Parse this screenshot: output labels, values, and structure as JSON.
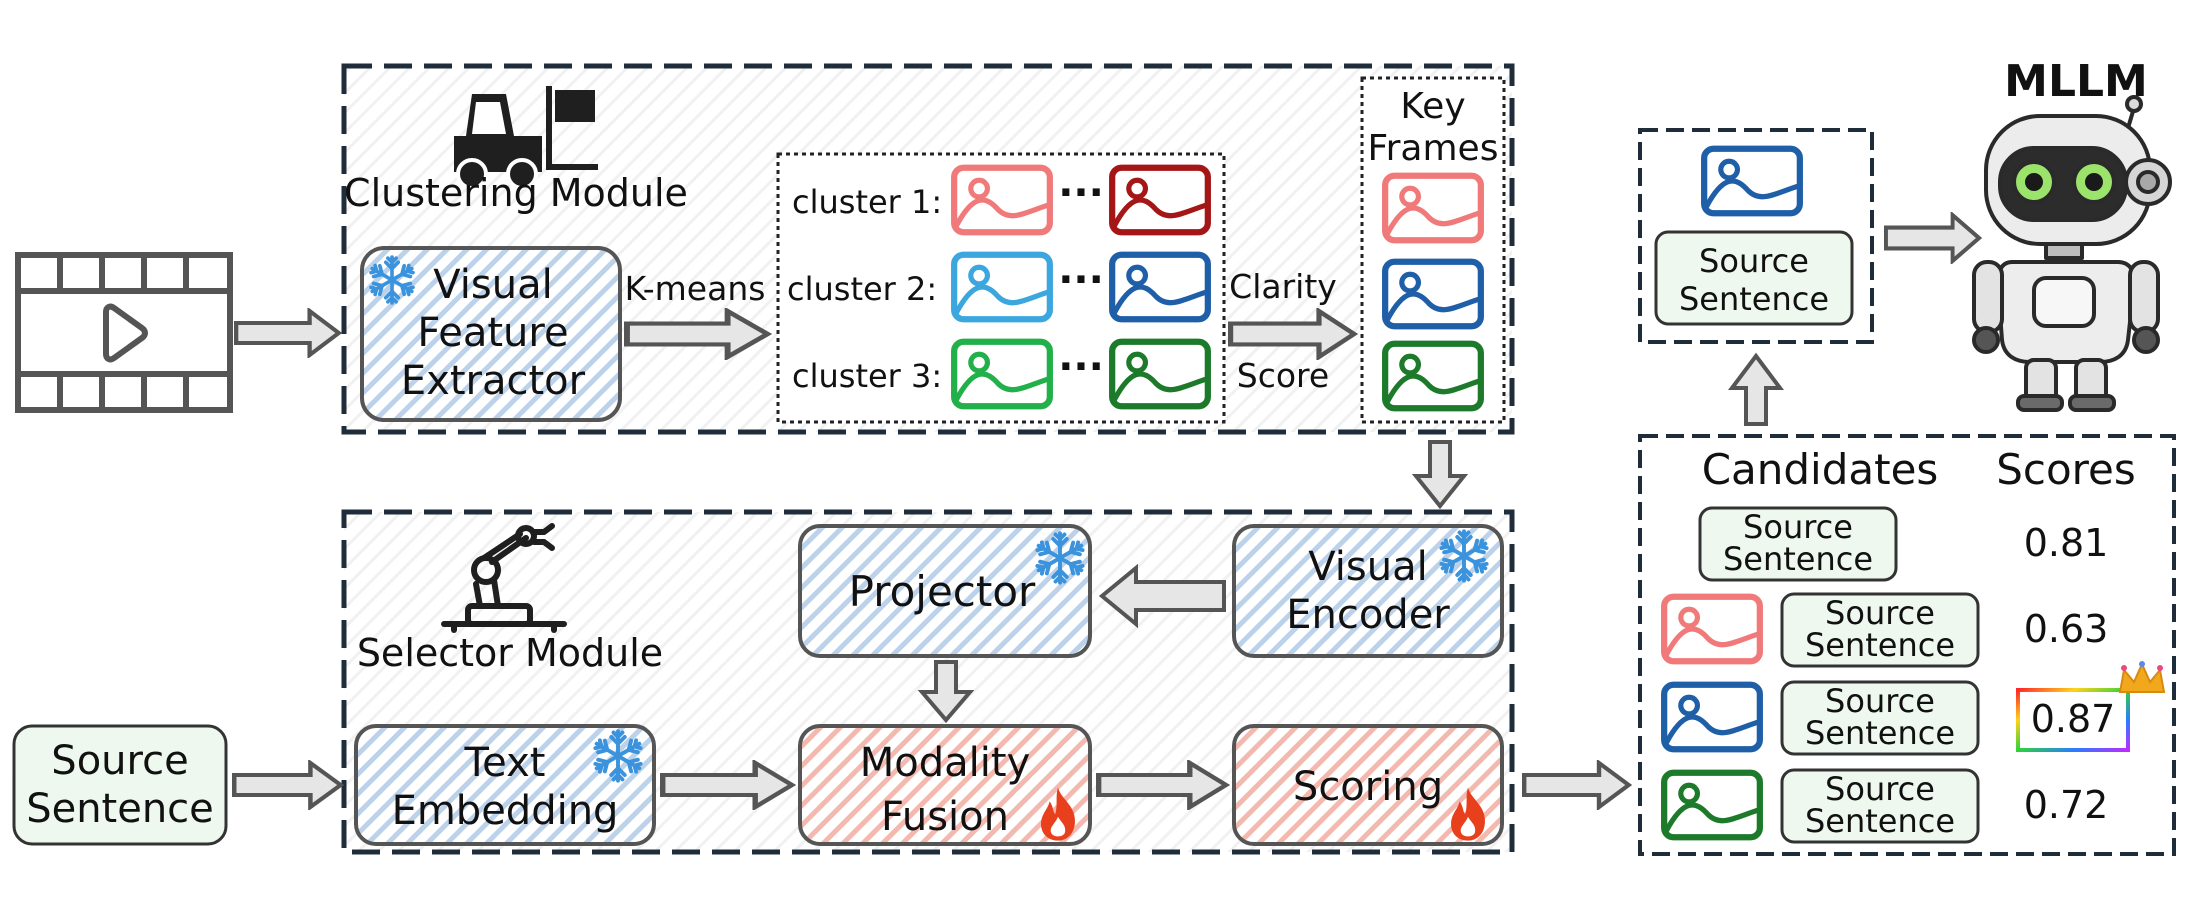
{
  "clustering": {
    "title": "Clustering Module",
    "extractor_line1": "Visual",
    "extractor_line2": "Feature",
    "extractor_line3": "Extractor",
    "kmeans": "K-means",
    "cluster1": "cluster 1:",
    "cluster2": "cluster 2:",
    "cluster3": "cluster 3:",
    "ellipsis": "···",
    "clarity_line1": "Clarity",
    "clarity_line2": "Score",
    "keyframes_line1": "Key",
    "keyframes_line2": "Frames"
  },
  "selector": {
    "title": "Selector Module",
    "projector": "Projector",
    "visual_encoder_line1": "Visual",
    "visual_encoder_line2": "Encoder",
    "text_embedding_line1": "Text",
    "text_embedding_line2": "Embedding",
    "fusion_line1": "Modality",
    "fusion_line2": "Fusion",
    "scoring": "Scoring"
  },
  "input": {
    "source_line1": "Source",
    "source_line2": "Sentence"
  },
  "mllm": {
    "title": "MLLM",
    "source_line1": "Source",
    "source_line2": "Sentence"
  },
  "candidates": {
    "col_candidates": "Candidates",
    "col_scores": "Scores",
    "source_line1": "Source",
    "source_line2": "Sentence",
    "rows": [
      {
        "score": "0.81",
        "image": "none"
      },
      {
        "score": "0.63",
        "image": "#f07a7a"
      },
      {
        "score": "0.87",
        "image": "#1f5fa8"
      },
      {
        "score": "0.72",
        "image": "#1c7a2a"
      }
    ]
  },
  "colors": {
    "frozen_stripe": "#b8cfe8",
    "trainable_stripe": "#f2b6ac",
    "box_border": "#555555",
    "dash_border": "#1f2d3a",
    "green_box": "#eef8ee",
    "arrow_fill": "#e6e6e6",
    "frame_light_red": "#f07a7a",
    "frame_dark_red": "#a51616",
    "frame_light_blue": "#3ca7df",
    "frame_dark_blue": "#1f5fa8",
    "frame_light_green": "#22b04a",
    "frame_dark_green": "#1c7a2a",
    "snowflake": "#3a93dc",
    "fire": "#e8401c"
  },
  "icons": [
    "video-film-icon",
    "forklift-icon",
    "robot-arm-icon",
    "snowflake-icon",
    "fire-icon",
    "image-icon",
    "robot-mascot-icon",
    "crown-icon"
  ]
}
